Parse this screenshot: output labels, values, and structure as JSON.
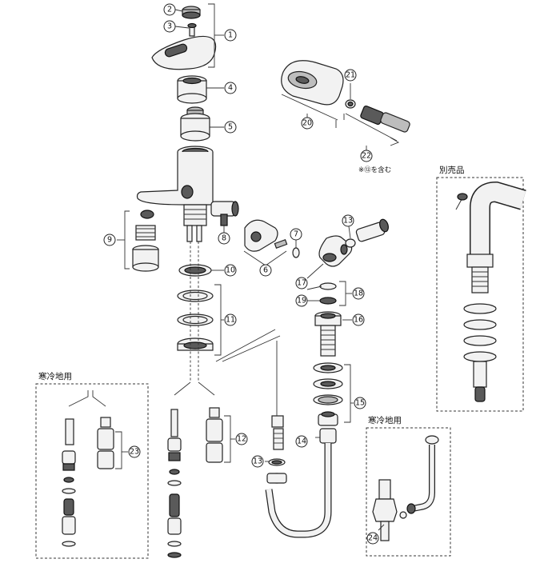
{
  "callouts": [
    {
      "id": "c1",
      "num": "1"
    },
    {
      "id": "c2",
      "num": "2"
    },
    {
      "id": "c3",
      "num": "3"
    },
    {
      "id": "c4",
      "num": "4"
    },
    {
      "id": "c5",
      "num": "5"
    },
    {
      "id": "c6",
      "num": "6"
    },
    {
      "id": "c7",
      "num": "7"
    },
    {
      "id": "c8",
      "num": "8"
    },
    {
      "id": "c9",
      "num": "9"
    },
    {
      "id": "c10",
      "num": "10"
    },
    {
      "id": "c11",
      "num": "11"
    },
    {
      "id": "c12",
      "num": "12"
    },
    {
      "id": "c13a",
      "num": "13"
    },
    {
      "id": "c13b",
      "num": "13"
    },
    {
      "id": "c14",
      "num": "14"
    },
    {
      "id": "c15",
      "num": "15"
    },
    {
      "id": "c16",
      "num": "16"
    },
    {
      "id": "c17",
      "num": "17"
    },
    {
      "id": "c18",
      "num": "18"
    },
    {
      "id": "c19",
      "num": "19"
    },
    {
      "id": "c20",
      "num": "20"
    },
    {
      "id": "c21",
      "num": "21"
    },
    {
      "id": "c22",
      "num": "22"
    },
    {
      "id": "c23",
      "num": "23"
    },
    {
      "id": "c24",
      "num": "24"
    }
  ],
  "labels": {
    "cold_region_left": "寒冷地用",
    "cold_region_right": "寒冷地用",
    "sold_separately": "別売品",
    "note_22": "※⑬を含む"
  },
  "icons": {
    "callout": "circled-number-icon"
  }
}
